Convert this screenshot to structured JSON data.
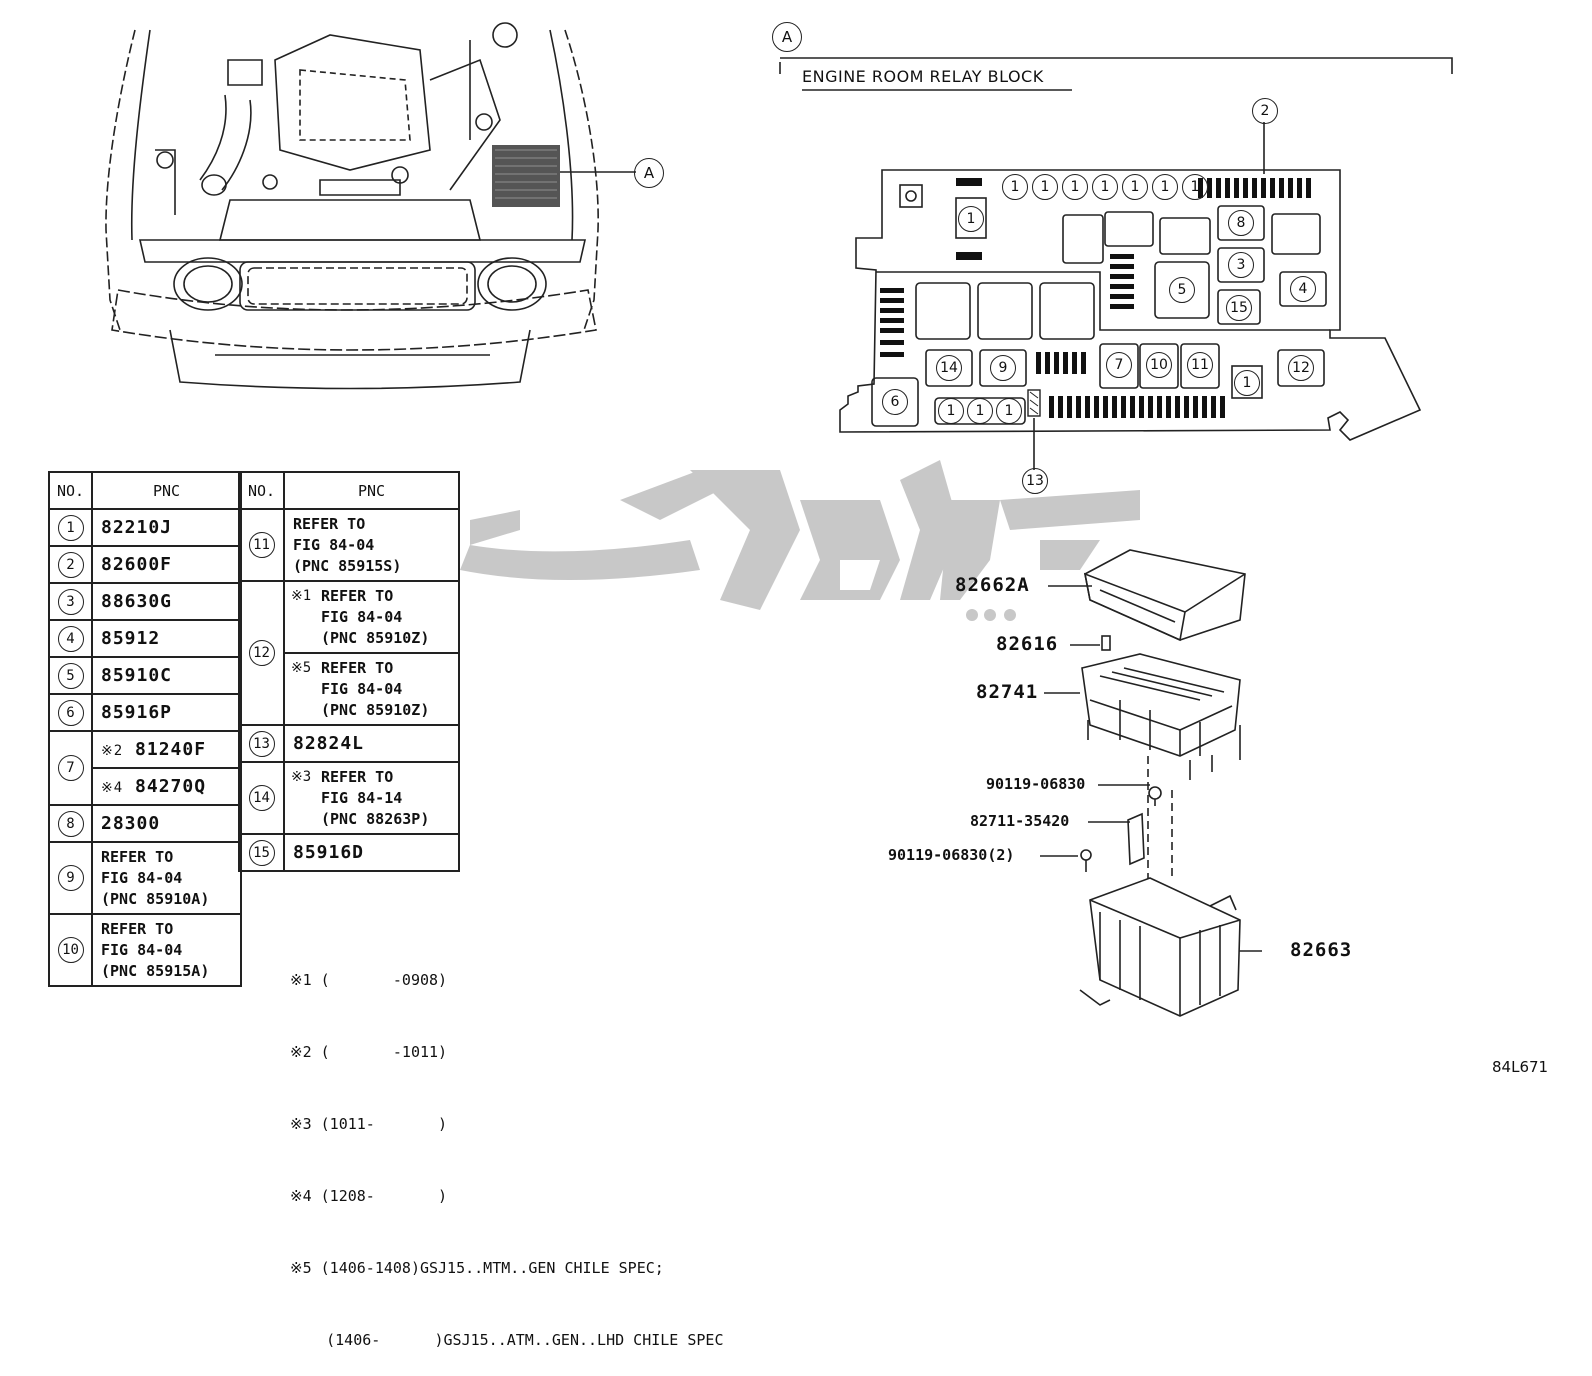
{
  "section_label": "A",
  "block_title": "ENGINE ROOM RELAY BLOCK",
  "engine_callout": "A",
  "diagram_callouts": {
    "two": "2",
    "thirteen": "13"
  },
  "relay_block_slots": {
    "top_row": [
      "1",
      "1",
      "1",
      "1",
      "1",
      "1",
      "1"
    ],
    "s1a": "1",
    "s8": "8",
    "s3": "3",
    "s4": "4",
    "s5": "5",
    "s15": "15",
    "s14": "14",
    "s9": "9",
    "s7": "7",
    "s10": "10",
    "s11": "11",
    "s1b": "1",
    "s12": "12",
    "s6": "6",
    "bottom_row": [
      "1",
      "1",
      "1"
    ]
  },
  "table": {
    "headers": {
      "no": "NO.",
      "pnc": "PNC"
    },
    "rows_left": [
      {
        "no": "1",
        "pnc": "82210J"
      },
      {
        "no": "2",
        "pnc": "82600F"
      },
      {
        "no": "3",
        "pnc": "88630G"
      },
      {
        "no": "4",
        "pnc": "85912"
      },
      {
        "no": "5",
        "pnc": "85910C"
      },
      {
        "no": "6",
        "pnc": "85916P"
      },
      {
        "no": "7",
        "a_mark": "※2",
        "a_pnc": "81240F",
        "b_mark": "※4",
        "b_pnc": "84270Q"
      },
      {
        "no": "8",
        "pnc": "28300"
      },
      {
        "no": "9",
        "ref": "REFER TO\nFIG 84-04\n(PNC 85910A)"
      },
      {
        "no": "10",
        "ref": "REFER TO\nFIG 84-04\n(PNC 85915A)"
      }
    ],
    "rows_right": [
      {
        "no": "11",
        "ref": "REFER TO\nFIG 84-04\n(PNC 85915S)"
      },
      {
        "no": "12",
        "a_mark": "※1",
        "a_ref": "REFER TO\nFIG 84-04\n(PNC 85910Z)",
        "b_mark": "※5",
        "b_ref": "REFER TO\nFIG 84-04\n(PNC 85910Z)"
      },
      {
        "no": "13",
        "pnc": "82824L"
      },
      {
        "no": "14",
        "mark": "※3",
        "ref": "REFER TO\nFIG 84-14\n(PNC 88263P)"
      },
      {
        "no": "15",
        "pnc": "85916D"
      }
    ]
  },
  "notes": [
    "※1 (       -0908)",
    "※2 (       -1011)",
    "※3 (1011-       )",
    "※4 (1208-       )",
    "※5 (1406-1408)GSJ15..MTM..GEN CHILE SPEC;",
    "    (1406-      )GSJ15..ATM..GEN..LHD CHILE SPEC"
  ],
  "parts": [
    {
      "label": "82662A"
    },
    {
      "label": "82616"
    },
    {
      "label": "82741"
    },
    {
      "label": "90119-06830"
    },
    {
      "label": "82711-35420"
    },
    {
      "label": "90119-06830(2)"
    },
    {
      "label": "82663"
    }
  ],
  "figure_code": "84L671",
  "watermark_color": "#c8c8c8",
  "line_color": "#222222"
}
